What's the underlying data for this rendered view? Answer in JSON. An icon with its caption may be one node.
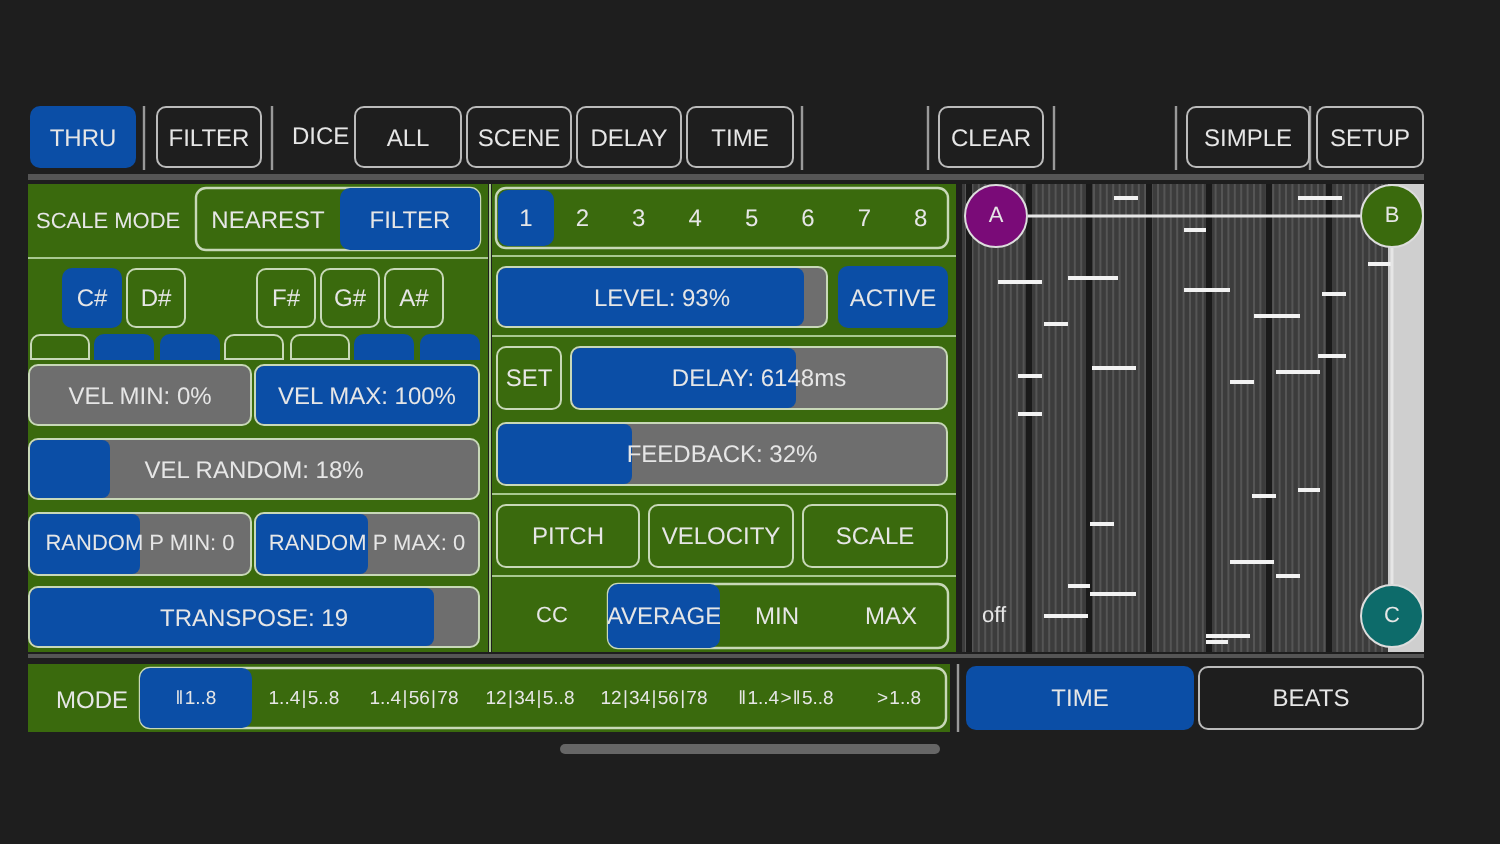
{
  "diagram": {
    "nodes": [
      {
        "text": [
          "THRU"
        ]
      },
      {
        "text": [
          "FILTER"
        ]
      },
      {
        "text": [
          "ALL"
        ]
      },
      {
        "text": [
          "SCENE"
        ]
      },
      {
        "text": [
          "DELAY"
        ]
      },
      {
        "text": [
          "TIME"
        ]
      },
      {
        "text": [
          "CLEAR"
        ]
      },
      {
        "text": [
          "SIMPLE"
        ]
      },
      {
        "text": [
          "SETUP"
        ]
      },
      {
        "text": [
          "NEAREST"
        ]
      },
      {
        "text": [
          "FILTER"
        ]
      },
      {
        "text": [
          "C#"
        ]
      },
      {
        "text": [
          "D#"
        ]
      },
      {
        "text": [
          "F#"
        ]
      },
      {
        "text": [
          "G#"
        ]
      },
      {
        "text": [
          "A#"
        ]
      },
      {
        "text": [],
        "shape": "box"
      },
      {
        "text": [],
        "shape": "box"
      },
      {
        "text": [],
        "shape": "box"
      },
      {
        "text": [],
        "shape": "box"
      },
      {
        "text": [],
        "shape": "box"
      },
      {
        "text": [],
        "shape": "box"
      },
      {
        "text": [],
        "shape": "box"
      },
      {
        "text": [
          "VEL MIN: 0%"
        ]
      },
      {
        "text": [
          "VEL MAX: 100%"
        ]
      },
      {
        "text": [
          "VEL RANDOM: 18%"
        ]
      },
      {
        "text": [
          "RANDOM P MIN: 0"
        ]
      },
      {
        "text": [
          "RANDOM P MAX: 0"
        ]
      },
      {
        "text": [
          "TRANSPOSE: 19"
        ]
      },
      {
        "text": [
          "1"
        ]
      },
      {
        "text": [
          "2"
        ]
      },
      {
        "text": [
          "3"
        ]
      },
      {
        "text": [
          "4"
        ]
      },
      {
        "text": [
          "5"
        ]
      },
      {
        "text": [
          "6"
        ]
      },
      {
        "text": [
          "7"
        ]
      },
      {
        "text": [
          "8"
        ]
      },
      {
        "text": [
          "LEVEL: 93%"
        ]
      },
      {
        "text": [
          "ACTIVE"
        ]
      },
      {
        "text": [
          "SET"
        ]
      },
      {
        "text": [
          "DELAY: 6148ms"
        ]
      },
      {
        "text": [
          "FEEDBACK: 32%"
        ]
      },
      {
        "text": [
          "PITCH"
        ]
      },
      {
        "text": [
          "VELOCITY"
        ]
      },
      {
        "text": [
          "SCALE"
        ]
      },
      {
        "text": [
          "AVERAGE"
        ]
      },
      {
        "text": [
          "MIN"
        ]
      },
      {
        "text": [
          "MAX"
        ]
      },
      {
        "text": [
          "A"
        ]
      },
      {
        "text": [
          "B"
        ]
      },
      {
        "text": [
          "C"
        ]
      },
      {
        "text": [
          "‖ 1..8"
        ]
      },
      {
        "text": [
          "1..4 | 5..8"
        ]
      },
      {
        "text": [
          "1..4 | 56 | 78"
        ]
      },
      {
        "text": [
          "12 | 34 | 5..8"
        ]
      },
      {
        "text": [
          "12 | 34 | 56 | 78"
        ]
      },
      {
        "text": [
          "‖ 1..4 > ‖ 5..8"
        ]
      },
      {
        "text": [
          "> 1..8"
        ]
      },
      {
        "text": [
          "TIME"
        ]
      },
      {
        "text": [
          "BEATS"
        ]
      }
    ],
    "edges": [
      {
        "from": 48,
        "to": 49,
        "arrow": "none"
      },
      {
        "from": 49,
        "to": 50,
        "arrow": "none"
      }
    ],
    "labels": [
      "DICE",
      "SCALE MODE",
      "CC",
      "off",
      "MODE"
    ]
  }
}
